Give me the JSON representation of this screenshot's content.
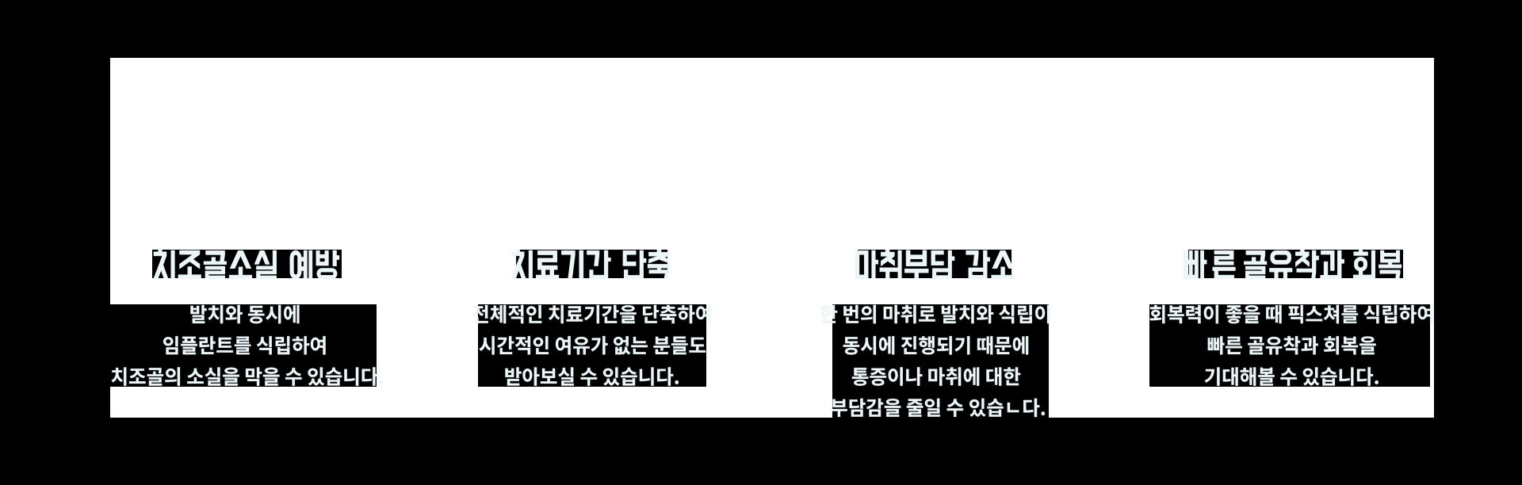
{
  "section": {
    "name": "implant benefits"
  },
  "colors": {
    "page_bg": "#000000",
    "panel_bg": "#ffffff",
    "text_box_bg": "#000000",
    "text_color": "#ecf5f8"
  },
  "columns": [
    {
      "title": "치조골소실 예방",
      "description_lines": [
        "발치와 동시에",
        "임플란트를 식립하여",
        "치조골의 소실을 막을 수 있습니다."
      ],
      "description": "발치와 동시에 임플란트를 식립하여 치조골의 소실을 막을 수 있습니다."
    },
    {
      "title": "치료기간 단축",
      "description_lines": [
        "전체적인 치료기간을 단축하여",
        "시간적인 여유가 없는 분들도",
        "받아보실 수 있습니다."
      ],
      "description": "전체적인 치료기간을 단축하여 시간적인 여유가 없는 분들도 받아보실 수 있습니다."
    },
    {
      "title": "마취부담 감소",
      "description_lines": [
        "한 번의 마취로 발치와 식립이",
        "동시에 진행되기 때문에",
        "통증이나 마취에 대한",
        "부담감을 줄일 수 있습ㄴ다."
      ],
      "description": "한 번의 마취로 발치와 식립이 동시에 진행되기 때문에 통증이나 마취에 대한 부담감을 줄일 수 있습ㄴ다."
    },
    {
      "title": "빠른 골유착과 회복",
      "description_lines": [
        "회복력이 좋을 때 픽스쳐를 식립하여",
        "빠른 골유착과 회복을",
        "기대해볼 수 있습니다."
      ],
      "description": "회복력이 좋을 때 픽스쳐를 식립하여 빠른 골유착과 회복을 기대해볼 수 있습니다."
    }
  ]
}
